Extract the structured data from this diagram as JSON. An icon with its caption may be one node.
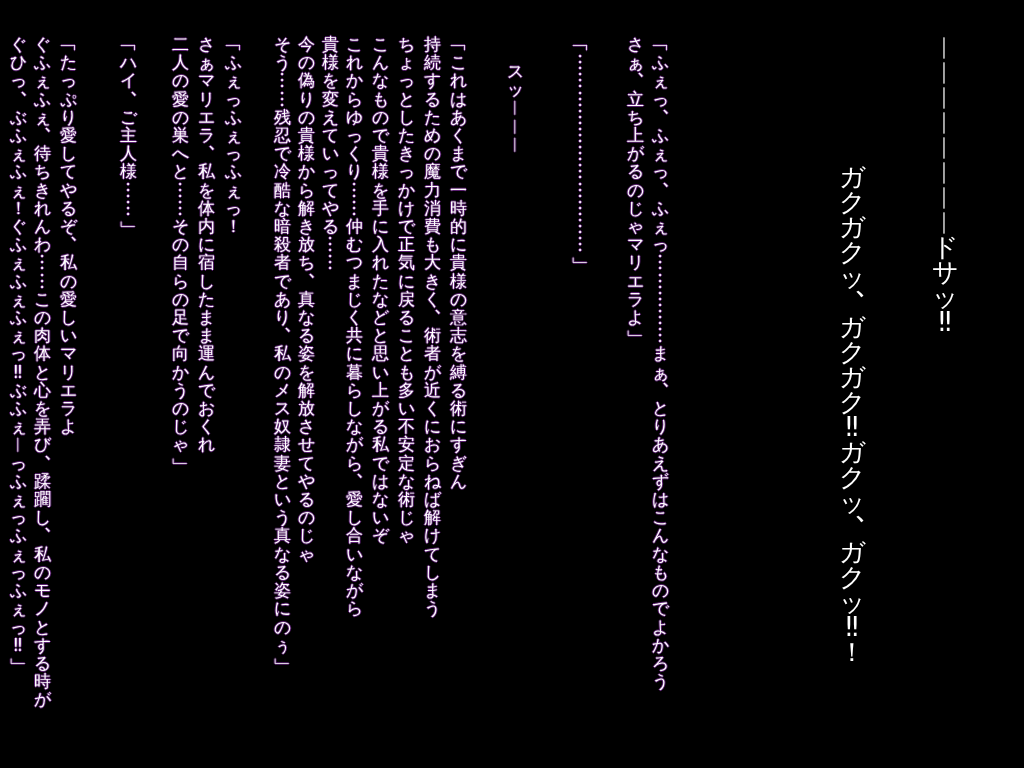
{
  "diagram": {
    "labels": [
      "︱︱︱︱︱︱︱︱ドサッ‼",
      "ガクガクッ︑ガクガク‼ガクッ︑ガクッ‼！",
      "﹁ふぇっ︑ふぇっ︑ふぇっ︙︙︙︙︙まぁ︑とりあえずはこんなものでよかろう",
      "さぁ︑立ち上がるのじゃマリエラよ﹂",
      "﹁︙︙︙︙︙︙︙︙︙︙︙﹂",
      "スッ︱︱︱",
      "﹁これはあくまで一時的に貴様の意志を縛る術にすぎん",
      "持続するための魔力消費も大きく︑術者が近くにおらねば解けてしまう",
      "ちょっとしたきっかけで正気に戻ることも多い不安定な術じゃ",
      "こんなもので貴様を手に入れたなどと思い上がる私ではないぞ",
      "これからゆっくり︙︙仲むつまじく共に暮らしながら︑愛し合いながら",
      "貴様を変えていってやる︙︙",
      "今の偽りの貴様から解き放ち︑真なる姿を解放させてやるのじゃ",
      "そう︙︙残忍で冷酷な暗殺者であり︑私のメス奴隷妻という真なる姿にのぅ﹂",
      "﹁ふぇっふぇっふぇっ！",
      "さぁマリエラ︑私を体内に宿したまま運んでおくれ",
      "二人の愛の巣へと︙︙その自らの足で向かうのじゃ﹂",
      "﹁ハイ︑ご主人様︙︙﹂",
      "﹁たっぷり愛してやるぞ︑私の愛しいマリエラよ",
      "ぐふぇふぇ︑待ちきれんわ︙︙この肉体と心を弄び︑蹂躙し︑私のモノとする時が",
      "ぐひっ︑ぶふぇふぇ！ぐふぇふぇふぇっ‼ぶふぇ︱っふぇっふぇっふぇっ‼﹂"
    ]
  }
}
